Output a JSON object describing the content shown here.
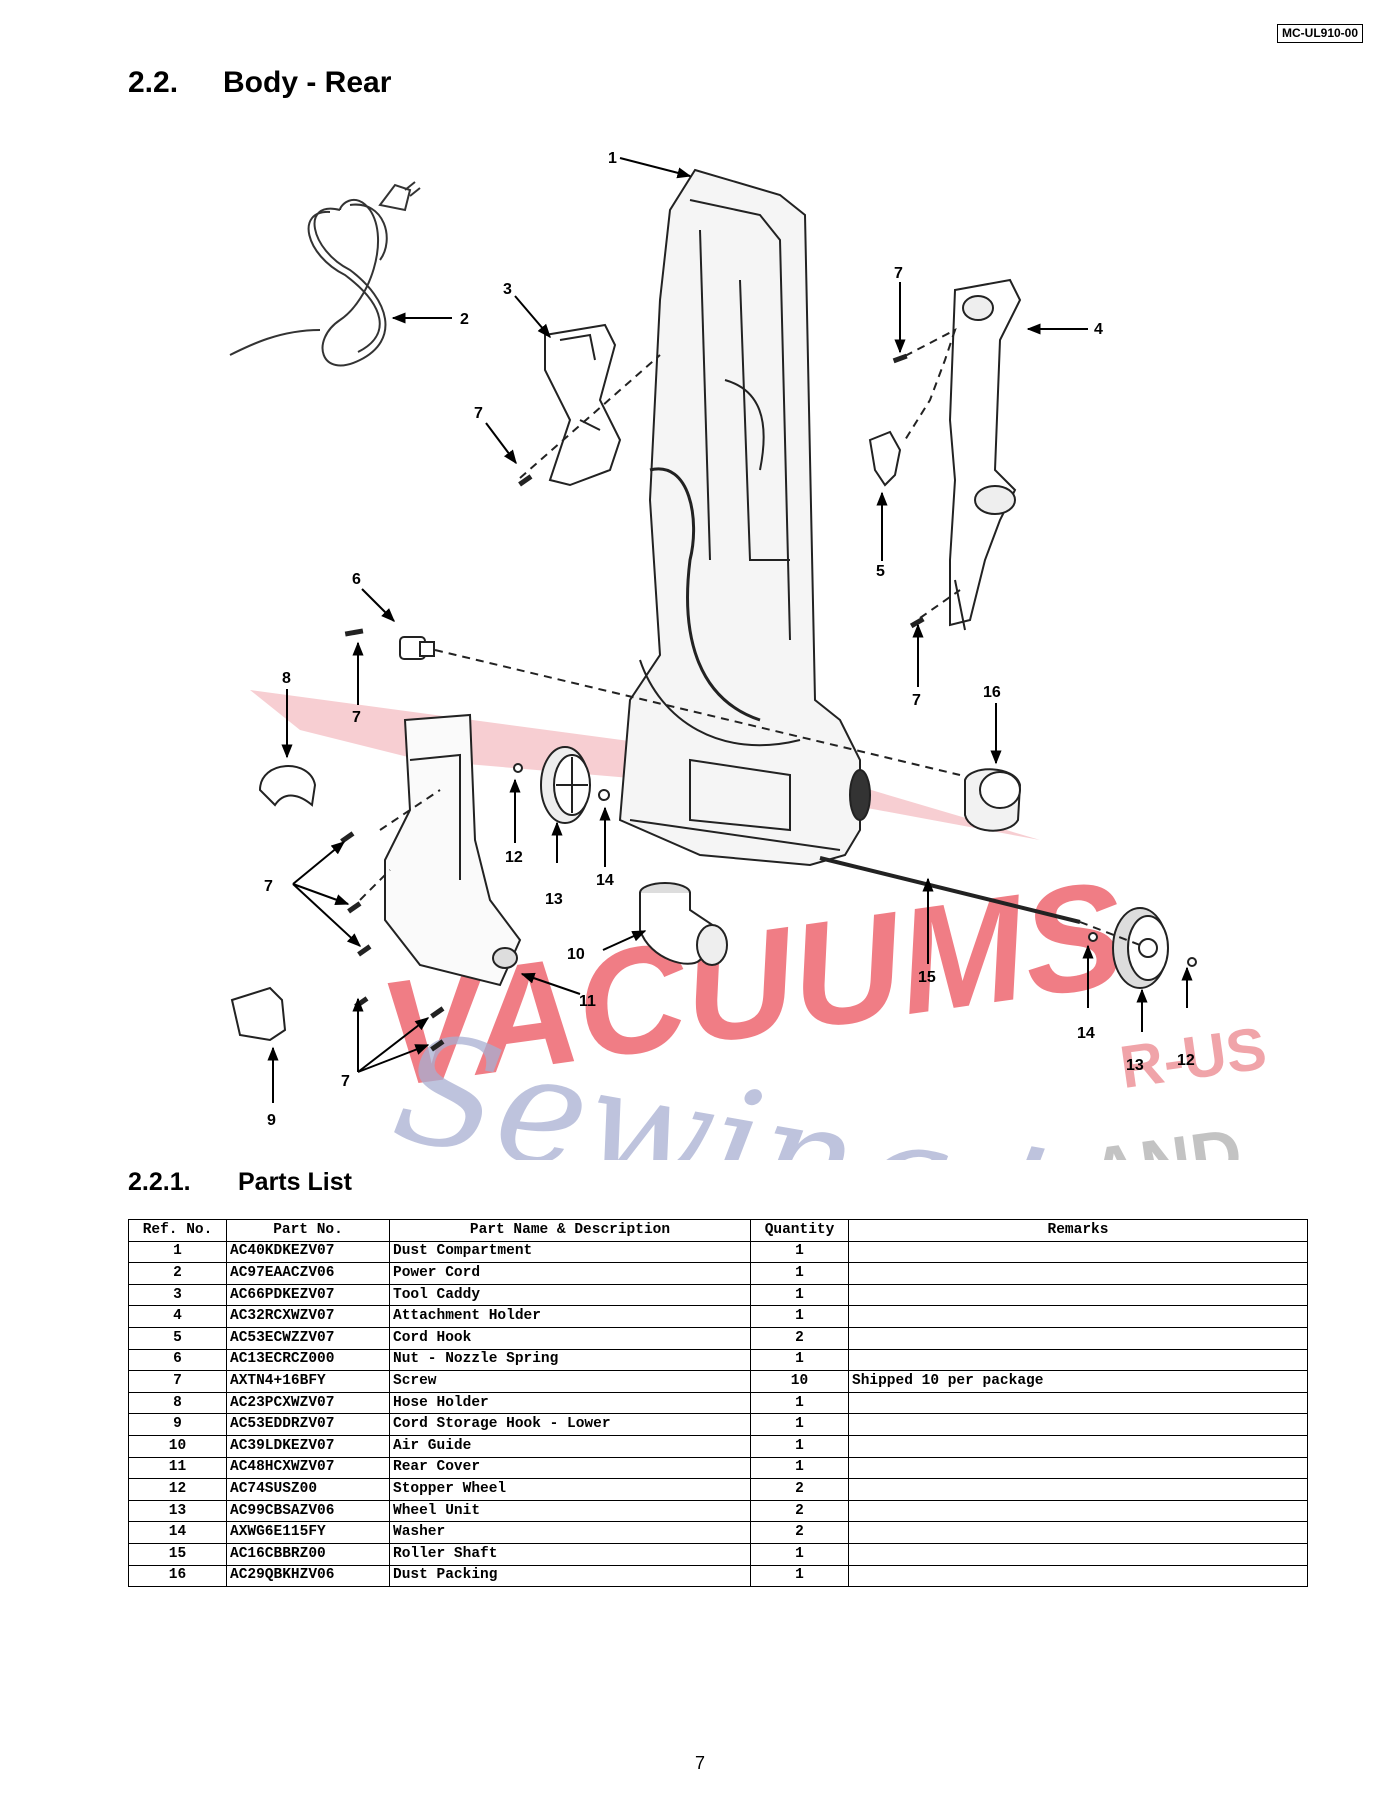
{
  "doc_code": "MC-UL910-00",
  "section": {
    "number": "2.2.",
    "title": "Body - Rear"
  },
  "subsection": {
    "number": "2.2.1.",
    "title": "Parts List"
  },
  "watermark": {
    "line1": "VACUUMS",
    "line2": "Sewing too",
    "side1": "R-US",
    "side2": "AND"
  },
  "callouts": {
    "c1": "1",
    "c2": "2",
    "c3": "3",
    "c4": "4",
    "c5": "5",
    "c6": "6",
    "c7": "7",
    "c8": "8",
    "c9": "9",
    "c10": "10",
    "c11": "11",
    "c12": "12",
    "c13": "13",
    "c14": "14",
    "c15": "15",
    "c16": "16"
  },
  "table": {
    "headers": [
      "Ref. No.",
      "Part No.",
      "Part Name & Description",
      "Quantity",
      "Remarks"
    ],
    "rows": [
      [
        "1",
        "AC40KDKEZV07",
        "Dust Compartment",
        "1",
        ""
      ],
      [
        "2",
        "AC97EAACZV06",
        "Power Cord",
        "1",
        ""
      ],
      [
        "3",
        "AC66PDKEZV07",
        "Tool Caddy",
        "1",
        ""
      ],
      [
        "4",
        "AC32RCXWZV07",
        "Attachment Holder",
        "1",
        ""
      ],
      [
        "5",
        "AC53ECWZZV07",
        "Cord Hook",
        "2",
        ""
      ],
      [
        "6",
        "AC13ECRCZ000",
        "Nut - Nozzle Spring",
        "1",
        ""
      ],
      [
        "7",
        "AXTN4+16BFY",
        "Screw",
        "10",
        "Shipped 10 per package"
      ],
      [
        "8",
        "AC23PCXWZV07",
        "Hose Holder",
        "1",
        ""
      ],
      [
        "9",
        "AC53EDDRZV07",
        "Cord Storage Hook - Lower",
        "1",
        ""
      ],
      [
        "10",
        "AC39LDKEZV07",
        "Air Guide",
        "1",
        ""
      ],
      [
        "11",
        "AC48HCXWZV07",
        "Rear Cover",
        "1",
        ""
      ],
      [
        "12",
        "AC74SUSZ00",
        "Stopper Wheel",
        "2",
        ""
      ],
      [
        "13",
        "AC99CBSAZV06",
        "Wheel Unit",
        "2",
        ""
      ],
      [
        "14",
        "AXWG6E115FY",
        "Washer",
        "2",
        ""
      ],
      [
        "15",
        "AC16CBBRZ00",
        "Roller Shaft",
        "1",
        ""
      ],
      [
        "16",
        "AC29QBKHZV06",
        "Dust Packing",
        "1",
        ""
      ]
    ]
  },
  "page_number": "7"
}
